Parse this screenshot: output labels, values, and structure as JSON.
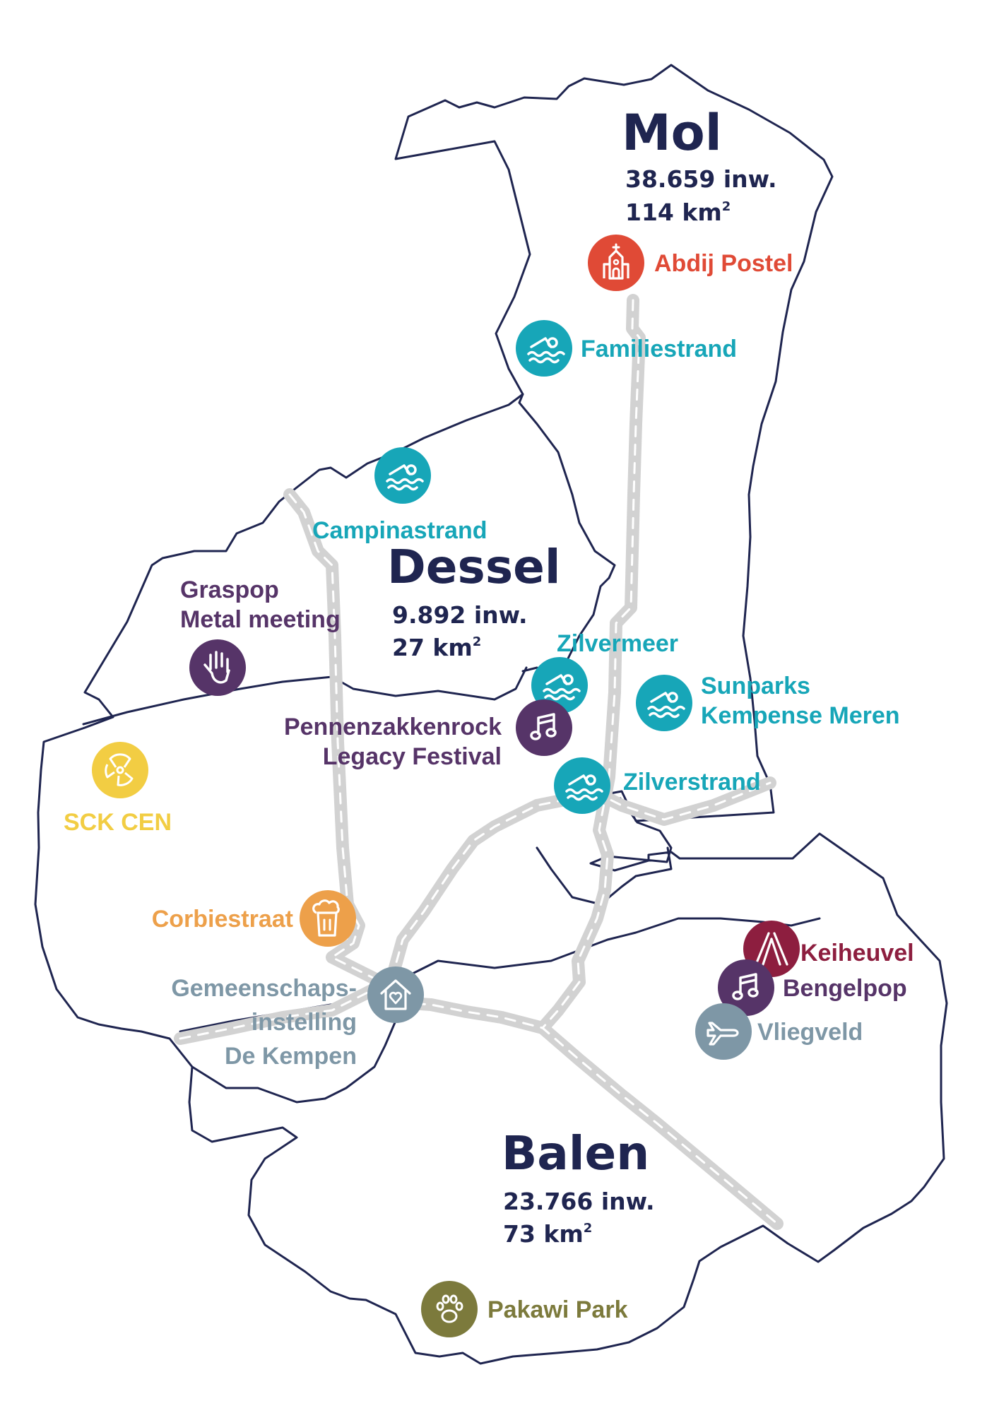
{
  "colors": {
    "outline": "#1f2550",
    "road": "#d2d2d2",
    "road_dash": "#ffffff",
    "water": "#17a6b8",
    "music": "#563468",
    "heritage": "#e04a36",
    "food": "#eda04a",
    "science": "#f2cd43",
    "civic": "#7e97a6",
    "camping": "#8d1e3f",
    "nature": "#7c7a3c"
  },
  "towns": {
    "mol": {
      "name": "Mol",
      "population": "38.659 inw.",
      "area": "114 km",
      "area_unit_sup": "2"
    },
    "dessel": {
      "name": "Dessel",
      "population": "9.892 inw.",
      "area": "27 km",
      "area_unit_sup": "2"
    },
    "balen": {
      "name": "Balen",
      "population": "23.766 inw.",
      "area": "73 km",
      "area_unit_sup": "2"
    }
  },
  "places": {
    "abdij_postel": {
      "label": "Abdij Postel",
      "icon": "church-icon",
      "color": "#e04a36"
    },
    "familiestrand": {
      "label": "Familiestrand",
      "icon": "swimmer-icon",
      "color": "#17a6b8"
    },
    "campinastrand": {
      "label": "Campinastrand",
      "icon": "swimmer-icon",
      "color": "#17a6b8"
    },
    "graspop": {
      "label_line1": "Graspop",
      "label_line2": "Metal meeting",
      "icon": "rock-hand-icon",
      "color": "#563468"
    },
    "zilvermeer": {
      "label": "Zilvermeer",
      "icon": "swimmer-icon",
      "color": "#17a6b8"
    },
    "sunparks": {
      "label_line1": "Sunparks",
      "label_line2": "Kempense Meren",
      "icon": "swimmer-icon",
      "color": "#17a6b8"
    },
    "pennenzakkenrock": {
      "label_line1": "Pennenzakkenrock",
      "label_line2": "Legacy Festival",
      "icon": "music-note-icon",
      "color": "#563468"
    },
    "sck_cen": {
      "label": "SCK CEN",
      "icon": "radiation-icon",
      "color": "#f2cd43"
    },
    "zilverstrand": {
      "label": "Zilverstrand",
      "icon": "swimmer-icon",
      "color": "#17a6b8"
    },
    "corbiestraat": {
      "label": "Corbiestraat",
      "icon": "beer-icon",
      "color": "#eda04a"
    },
    "gemeenschap": {
      "label_line1": "Gemeenschaps-",
      "label_line2": "instelling",
      "label_line3": "De Kempen",
      "icon": "house-heart-icon",
      "color": "#7e97a6"
    },
    "keiheuvel": {
      "label": "Keiheuvel",
      "icon": "tent-icon",
      "color": "#8d1e3f"
    },
    "bengelpop": {
      "label": "Bengelpop",
      "icon": "music-note-icon",
      "color": "#563468"
    },
    "vliegveld": {
      "label": "Vliegveld",
      "icon": "airplane-icon",
      "color": "#7e97a6"
    },
    "pakawi": {
      "label": "Pakawi Park",
      "icon": "paw-icon",
      "color": "#7c7a3c"
    }
  }
}
